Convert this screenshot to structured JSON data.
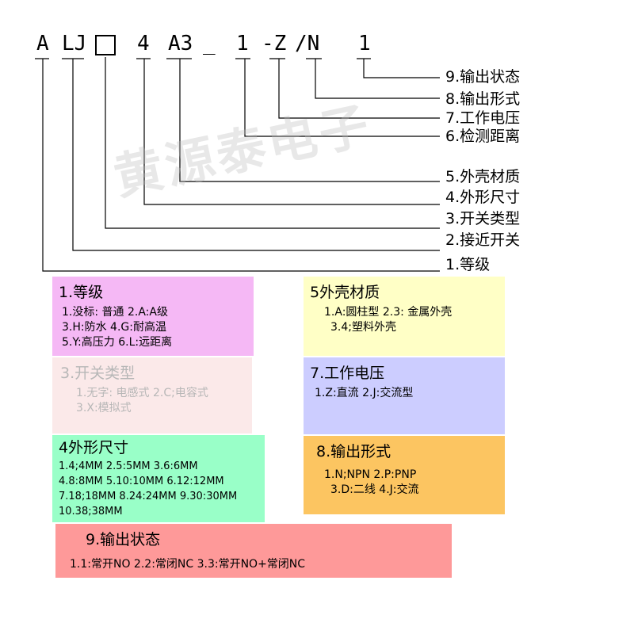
{
  "model_code": {
    "parts": [
      "A",
      "LJ",
      "4",
      "A3",
      "_",
      "1",
      "-Z",
      "/N",
      "1"
    ]
  },
  "field_labels": [
    "9.输出状态",
    "8.输出形式",
    "7.工作电压",
    "6.检测距离",
    "5.外壳材质",
    "4.外形尺寸",
    "3.开关类型",
    "2.接近开关",
    "1.等级"
  ],
  "watermark": "黄源泰电子",
  "boxes": {
    "grade": {
      "title": "1.等级",
      "lines": [
        "1.没标: 普通  2.A:A级",
        "3.H:防水   4.G:耐高温",
        "5.Y:高压力 6.L:远距离"
      ],
      "color": "#f5b8f5"
    },
    "switch_type": {
      "title": "3.开关类型",
      "lines": [
        "1.无字: 电感式 2.C;电容式",
        "3.X:模拟式"
      ],
      "color": "#fbe9e9"
    },
    "size": {
      "title": "4外形尺寸",
      "lines": [
        "1.4;4MM 2.5:5MM  3.6:6MM",
        "4.8:8MM 5.10:10MM 6.12:12MM",
        "7.18;18MM 8.24:24MM 9.30:30MM",
        "10.38;38MM"
      ],
      "color": "#99ffc8"
    },
    "housing": {
      "title": "5外壳材质",
      "lines": [
        "1.A:圆柱型  2.3: 金属外壳",
        "3.4;塑料外壳"
      ],
      "color": "#ffffc6"
    },
    "voltage": {
      "title": "7.工作电压",
      "lines": [
        "1.Z:直流   2.J:交流型"
      ],
      "color": "#cccdff"
    },
    "output_form": {
      "title": "8.输出形式",
      "lines": [
        "1.N;NPN  2.P:PNP",
        "3.D:二线 4.J:交流"
      ],
      "color": "#fcc561"
    },
    "output_state": {
      "title": "9.输出状态",
      "lines": [
        "1.1:常开NO 2.2:常闭NC 3.3:常开NO+常闭NC"
      ],
      "color": "#fe9999"
    }
  }
}
